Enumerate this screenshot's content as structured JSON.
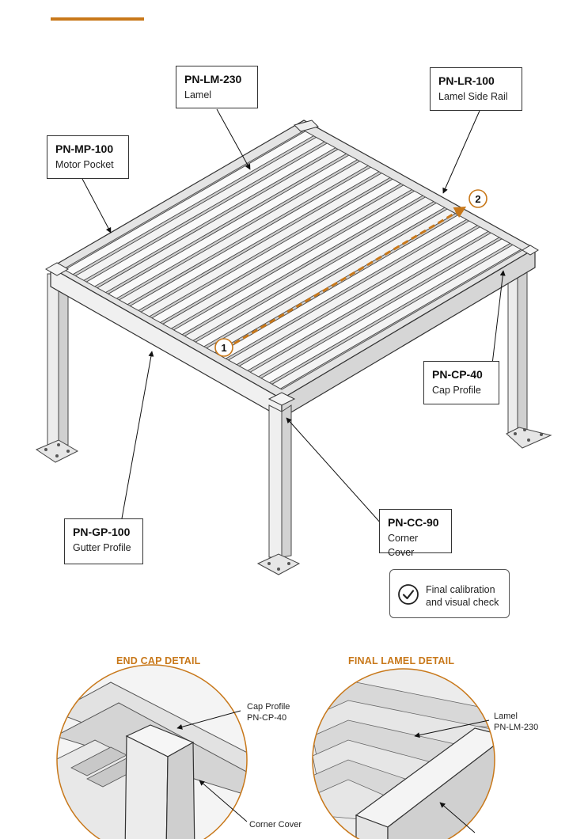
{
  "colors": {
    "accent": "#c8781a",
    "arrow": "#c8781a",
    "line": "#333333",
    "metal_light": "#f2f2f2",
    "metal_mid": "#dcdcdc",
    "metal_dark": "#bdbdbd"
  },
  "callouts": {
    "lamel": {
      "code": "PN-LM-230",
      "label": "Lamel"
    },
    "lamel_side_rail": {
      "code": "PN-LR-100",
      "label": "Lamel Side Rail"
    },
    "motor_pocket": {
      "code": "PN-MP-100",
      "label": "Motor Pocket"
    },
    "cap_profile": {
      "code": "PN-CP-40",
      "label": "Cap Profile"
    },
    "gutter_profile": {
      "code": "PN-GP-100",
      "label": "Gutter Profile"
    },
    "corner_cover": {
      "code": "PN-CC-90",
      "label": "Corner Cover"
    }
  },
  "steps": {
    "start": "1",
    "end": "2"
  },
  "final_check": {
    "icon": "check-circle-icon",
    "line1": "Final calibration",
    "line2": "and visual check"
  },
  "details": {
    "end_cap": {
      "title": "END CAP DETAIL",
      "cap_label_1": "Cap Profile",
      "cap_label_2": "PN-CP-40",
      "corner_label": "Corner Cover"
    },
    "final_lamel": {
      "title": "FINAL LAMEL DETAIL",
      "lamel_label_1": "Lamel",
      "lamel_label_2": "PN-LM-230"
    }
  }
}
